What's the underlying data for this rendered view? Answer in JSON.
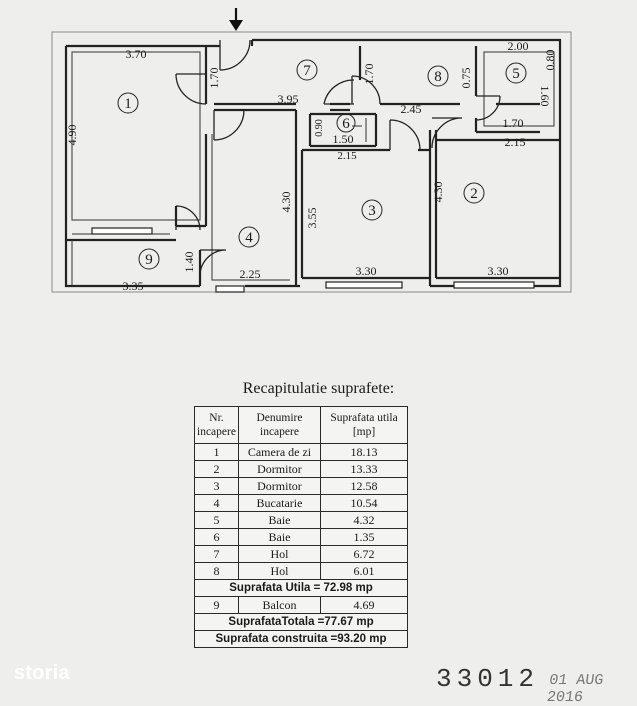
{
  "plan": {
    "dims": [
      "3.70",
      "1.70",
      "3.95",
      "1.70",
      "2.00",
      "0.80",
      "1.60",
      "1.70",
      "2.45",
      "4.90",
      "0.75",
      "0.90",
      "1.50",
      "2.15",
      "2.15",
      "4.30",
      "3.55",
      "4.30",
      "1.40",
      "2.25",
      "3.35",
      "3.30",
      "3.30"
    ],
    "rooms": [
      "1",
      "2",
      "3",
      "4",
      "5",
      "6",
      "7",
      "8",
      "9"
    ]
  },
  "recap": {
    "title": "Recapitulatie suprafete:",
    "headers": [
      "Nr.\nincapere",
      "Denumire\nincapere",
      "Suprafata utila\n[mp]"
    ],
    "rows": [
      {
        "nr": "1",
        "name": "Camera de zi",
        "area": "18.13"
      },
      {
        "nr": "2",
        "name": "Dormitor",
        "area": "13.33"
      },
      {
        "nr": "3",
        "name": "Dormitor",
        "area": "12.58"
      },
      {
        "nr": "4",
        "name": "Bucatarie",
        "area": "10.54"
      },
      {
        "nr": "5",
        "name": "Baie",
        "area": "4.32"
      },
      {
        "nr": "6",
        "name": "Baie",
        "area": "1.35"
      },
      {
        "nr": "7",
        "name": "Hol",
        "area": "6.72"
      },
      {
        "nr": "8",
        "name": "Hol",
        "area": "6.01"
      }
    ],
    "utila": "Suprafata Utila  = 72.98 mp",
    "balcony": {
      "nr": "9",
      "name": "Balcon",
      "area": "4.69"
    },
    "totala": "SuprafataTotala  =77.67 mp",
    "construita": "Suprafata construita =93.20 mp"
  },
  "brand": "storia",
  "stamp": {
    "number": "33012",
    "date": "01 AUG 2016"
  }
}
